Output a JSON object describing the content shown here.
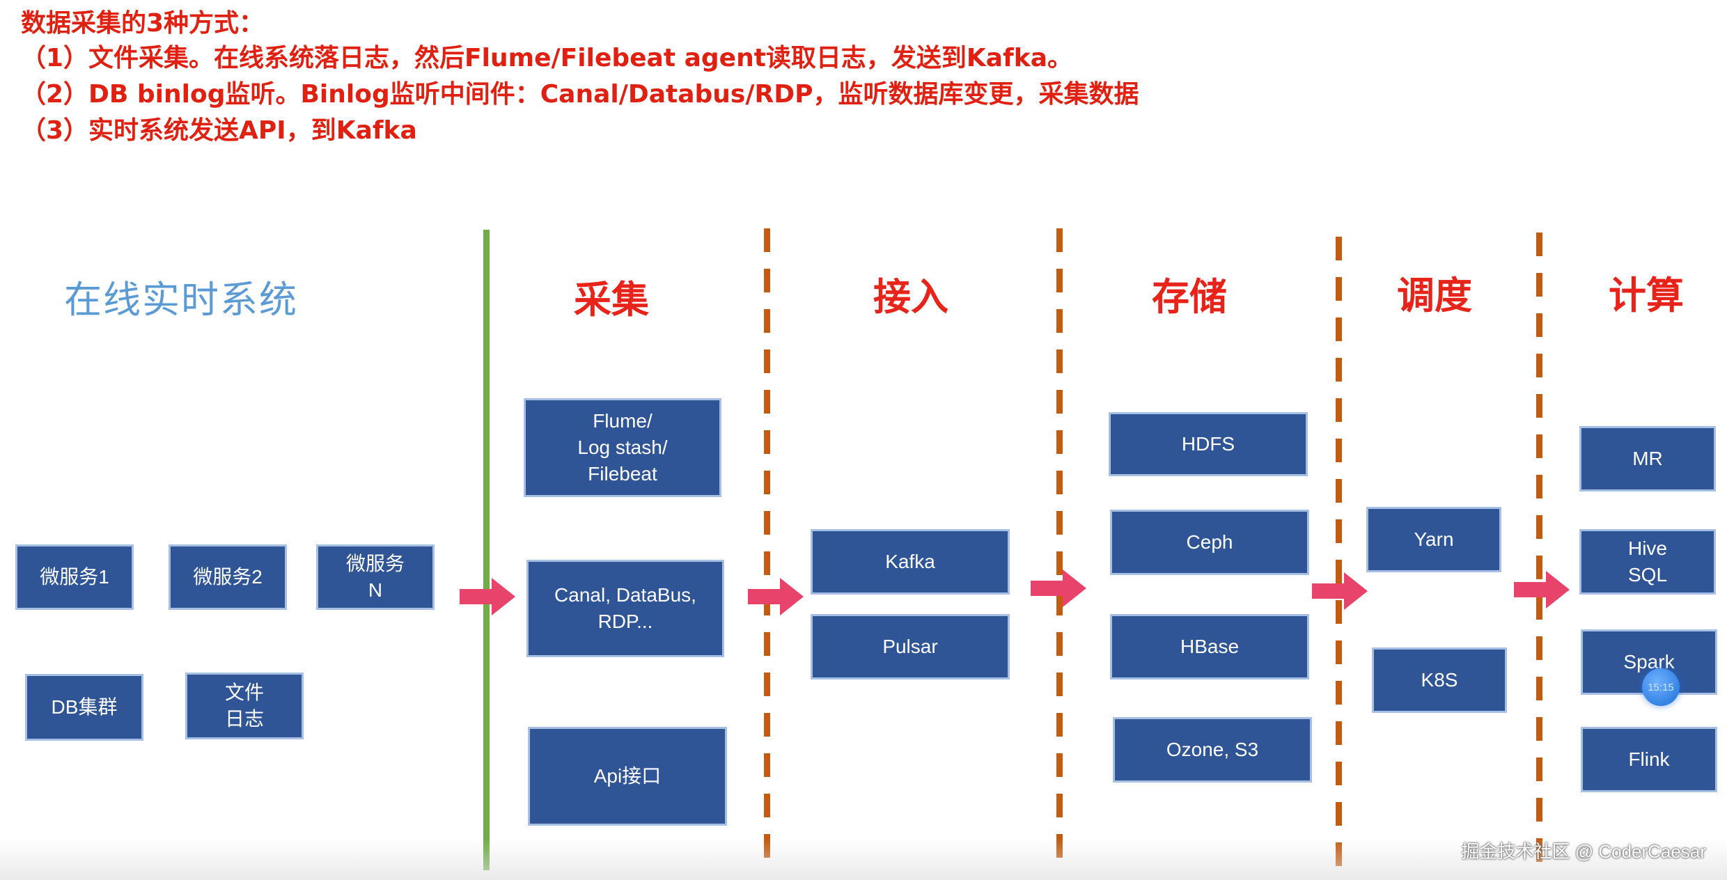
{
  "intro": {
    "heading": "数据采集的3种方式：",
    "lines": [
      "（1）文件采集。在线系统落日志，然后Flume/Filebeat agent读取日志，发送到Kafka。",
      "（2）DB binlog监听。Binlog监听中间件：Canal/Databus/RDP，监听数据库变更，采集数据",
      "（3）实时系统发送API，到Kafka"
    ]
  },
  "sections": {
    "online": "在线实时系统",
    "collect": "采集",
    "ingest": "接入",
    "storage": "存储",
    "schedule": "调度",
    "compute": "计算"
  },
  "online_boxes": [
    "微服务1",
    "微服务2",
    "微服务\nN",
    "DB集群",
    "文件\n日志"
  ],
  "collect_boxes": [
    "Flume/\nLog stash/\nFilebeat",
    "Canal, DataBus,\nRDP...",
    "Api接口"
  ],
  "ingest_boxes": [
    "Kafka",
    "Pulsar"
  ],
  "storage_boxes": [
    "HDFS",
    "Ceph",
    "HBase",
    "Ozone, S3"
  ],
  "schedule_boxes": [
    "Yarn",
    "K8S"
  ],
  "compute_boxes": [
    "MR",
    "Hive\nSQL",
    "Spark",
    "Flink"
  ],
  "badge": "15:15",
  "watermark": "掘金技术社区 @ CoderCaesar",
  "colors": {
    "intro_text": "#e02010",
    "section_title": "#e8231a",
    "online_title": "#5b9bd5",
    "box_fill": "#2f5597",
    "box_border": "#a7bfe2",
    "solid_divider": "#70ad47",
    "dashed_divider": "#c55a11",
    "arrow": "#e8436a"
  }
}
